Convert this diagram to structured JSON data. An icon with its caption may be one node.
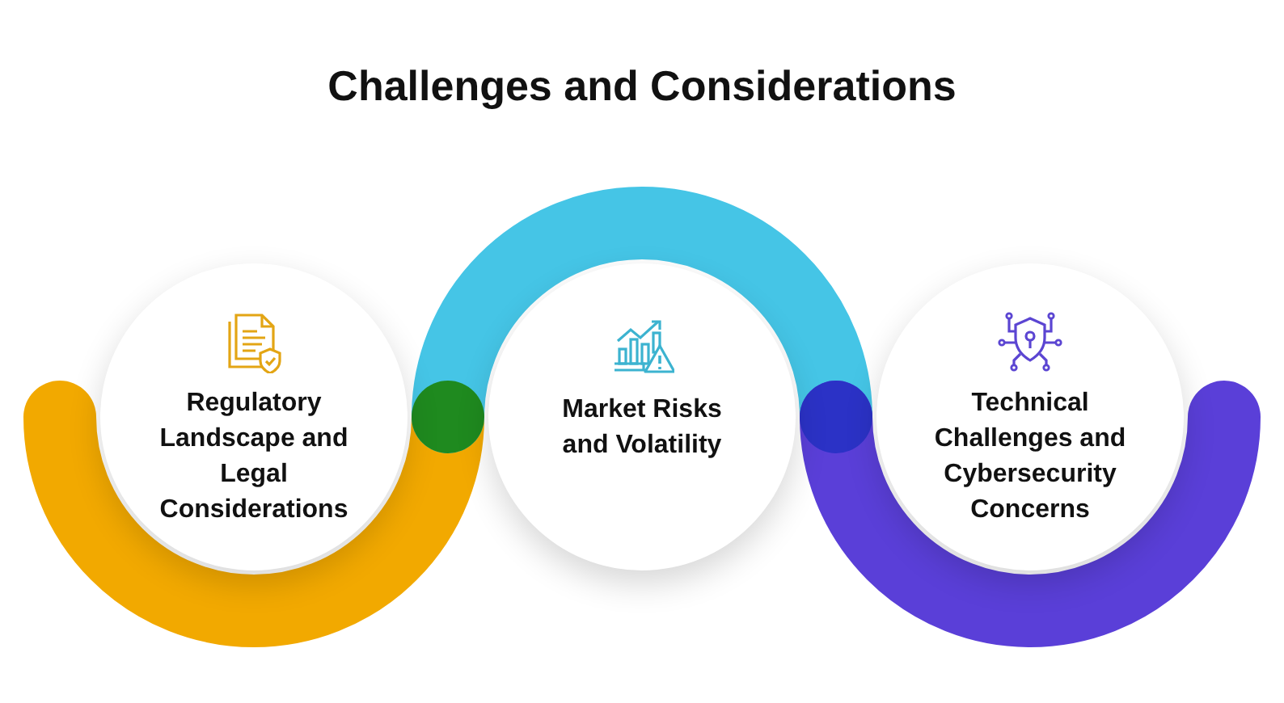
{
  "diagram": {
    "title": "Challenges and Considerations",
    "nodes": [
      {
        "text": [
          "Regulatory Landscape and Legal Considerations"
        ]
      },
      {
        "text": [
          "Market Risks and Volatility"
        ]
      },
      {
        "text": [
          "Technical Challenges and Cybersecurity Concerns"
        ]
      }
    ]
  }
}
